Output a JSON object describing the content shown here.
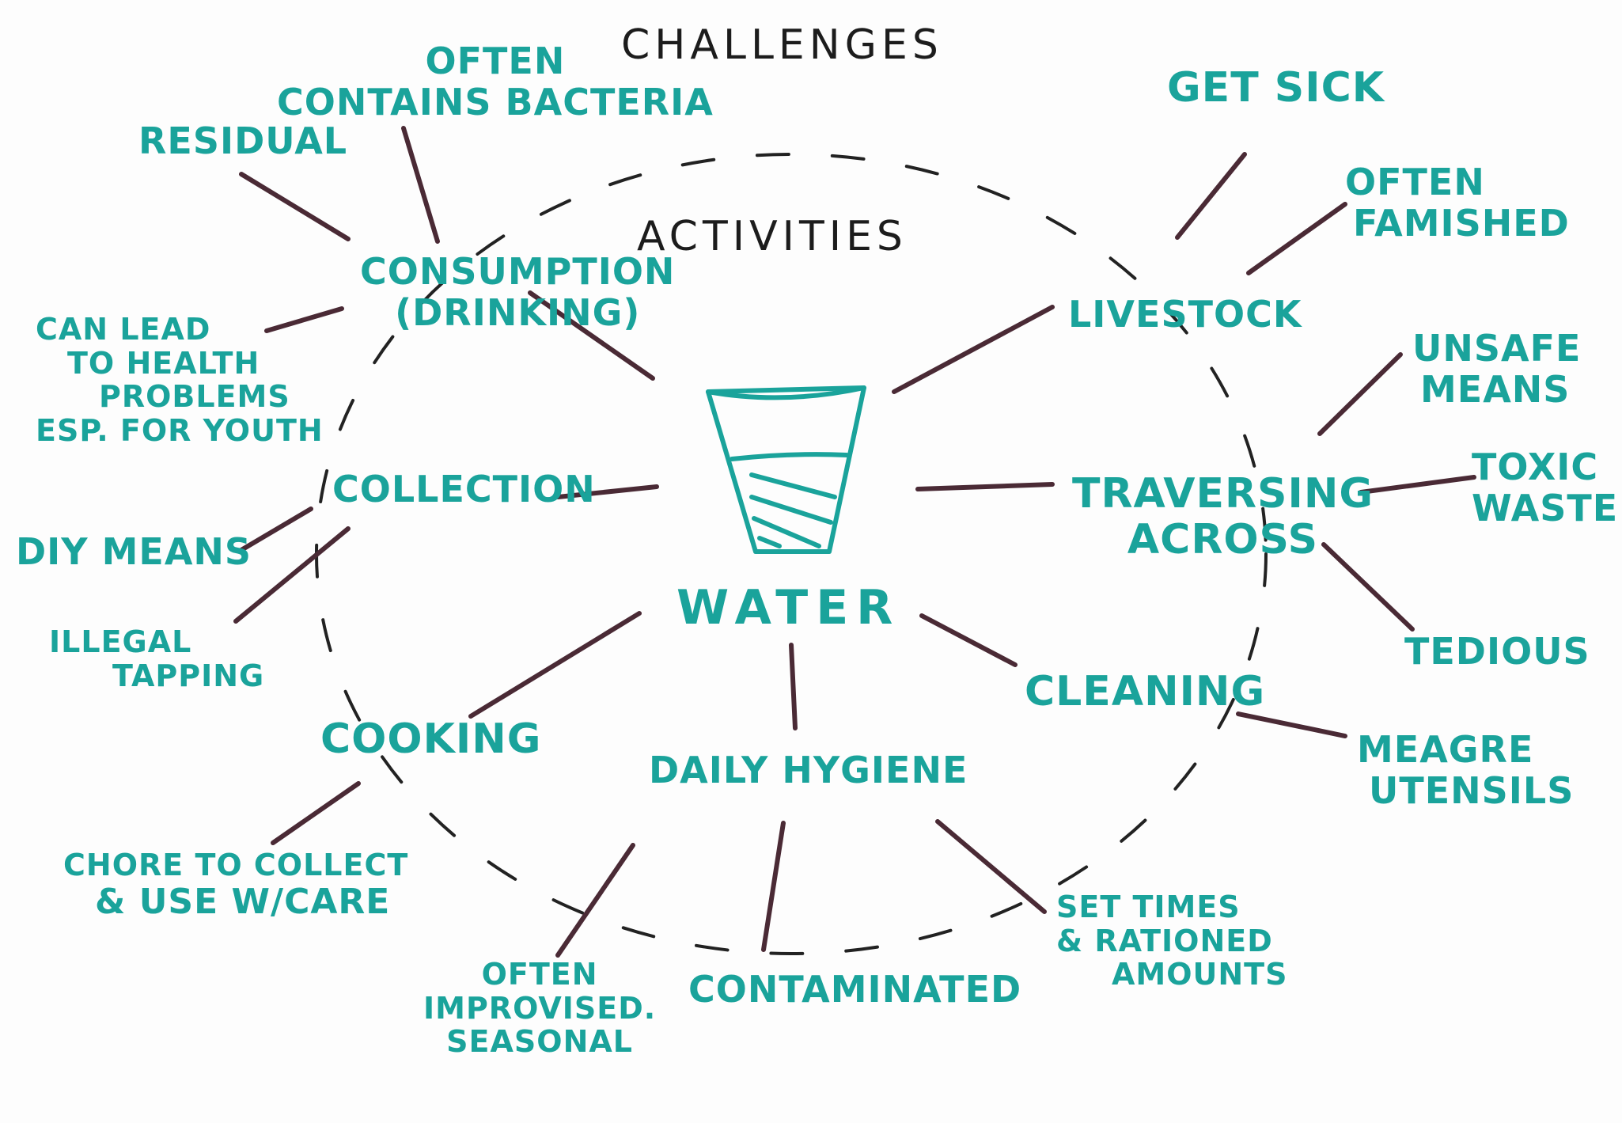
{
  "titles": {
    "challenges": "CHALLENGES",
    "activities": "ACTIVITIES",
    "center": "WATER"
  },
  "activities": {
    "consumption": [
      "CONSUMPTION",
      "(DRINKING)"
    ],
    "collection": "COLLECTION",
    "cooking": "COOKING",
    "daily_hygiene": "DAILY HYGIENE",
    "cleaning": "CLEANING",
    "traversing": [
      "TRAVERSING",
      "ACROSS"
    ],
    "livestock": "LIVESTOCK"
  },
  "challenges": {
    "residual": "RESIDUAL",
    "bacteria": [
      "OFTEN",
      "CONTAINS BACTERIA"
    ],
    "health": [
      "CAN LEAD",
      "TO HEALTH",
      "PROBLEMS",
      "ESP. FOR YOUTH"
    ],
    "diy": "DIY MEANS",
    "illegal": [
      "ILLEGAL",
      "TAPPING"
    ],
    "chore": [
      "CHORE TO COLLECT",
      "& USE W/CARE"
    ],
    "improvised": [
      "OFTEN",
      "IMPROVISED.",
      "SEASONAL"
    ],
    "contaminated": "CONTAMINATED",
    "set_times": [
      "SET TIMES",
      "& RATIONED",
      "AMOUNTS"
    ],
    "meagre": [
      "MEAGRE",
      "UTENSILS"
    ],
    "tedious": "TEDIOUS",
    "toxic": [
      "TOXIC",
      "WASTE"
    ],
    "unsafe": [
      "UNSAFE",
      "MEANS"
    ],
    "famished": [
      "OFTEN",
      "FAMISHED"
    ],
    "sick": "GET SICK"
  },
  "colors": {
    "label": "#1aa39b",
    "connector": "#4a2a35",
    "dashed": "#222222",
    "title": "#1c1c1c"
  }
}
